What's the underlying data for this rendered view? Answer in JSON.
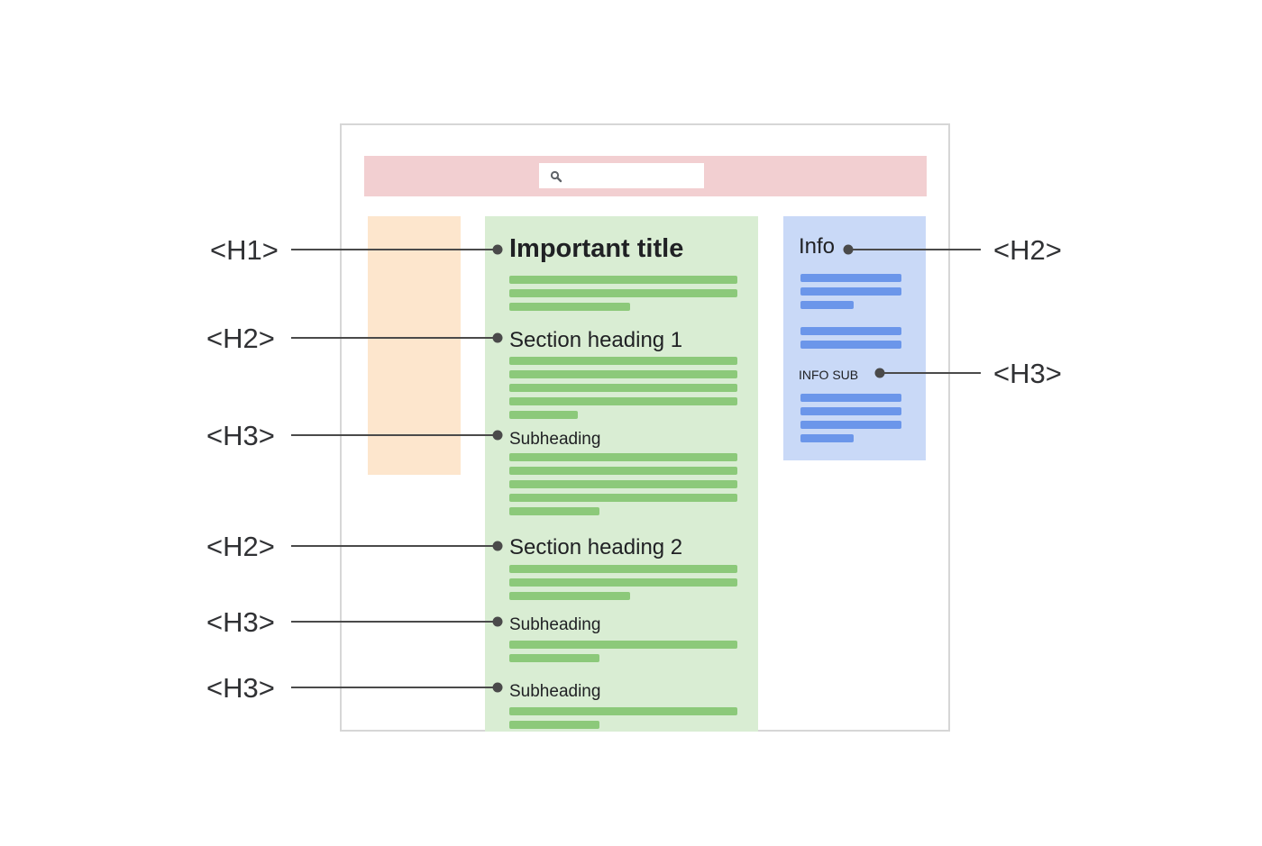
{
  "main": {
    "title": "Important title",
    "section_1": "Section heading 1",
    "subheading_1": "Subheading",
    "section_2": "Section heading 2",
    "subheading_2": "Subheading",
    "subheading_3": "Subheading"
  },
  "side": {
    "title": "Info",
    "subheading": "INFO SUB"
  },
  "tags": {
    "left": [
      "<H1>",
      "<H2>",
      "<H3>",
      "<H2>",
      "<H3>",
      "<H3>"
    ],
    "right": [
      "<H2>",
      "<H3>"
    ]
  },
  "colors": {
    "header": "#f2cfd1",
    "left_nav": "#fde6cd",
    "main": "#d9edd3",
    "main_lines": "#8cc97a",
    "side": "#c9d9f7",
    "side_lines": "#6b96ea",
    "leader": "#4a4a4a"
  },
  "icons": {
    "search": "search-icon"
  }
}
